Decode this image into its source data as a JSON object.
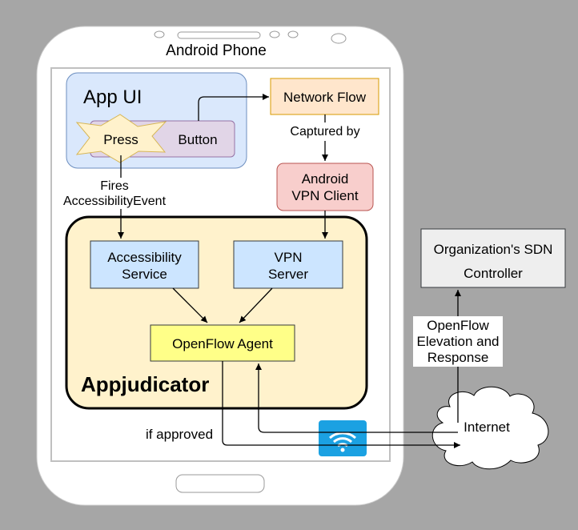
{
  "phone": {
    "title": "Android Phone"
  },
  "app_ui": {
    "title": "App UI",
    "press_label": "Press",
    "button_label": "Button"
  },
  "network_flow": {
    "label": "Network Flow"
  },
  "captured_by": {
    "label": "Captured by"
  },
  "vpn_client": {
    "line1": "Android",
    "line2": "VPN Client"
  },
  "fires_event": {
    "line1": "Fires",
    "line2": "AccessibilityEvent"
  },
  "accessibility_service": {
    "line1": "Accessibility",
    "line2": "Service"
  },
  "vpn_server": {
    "line1": "VPN",
    "line2": "Server"
  },
  "openflow_agent": {
    "label": "OpenFlow Agent"
  },
  "appjudicator": {
    "label": "Appjudicator"
  },
  "if_approved": {
    "label": "if approved"
  },
  "sdn_controller": {
    "line1": "Organization's SDN",
    "line2": "Controller"
  },
  "openflow_elevation": {
    "line1": "OpenFlow",
    "line2": "Elevation and",
    "line3": "Response"
  },
  "internet": {
    "label": "Internet"
  },
  "icons": {
    "wifi": "wifi-icon",
    "star": "press-starburst-icon"
  },
  "colors": {
    "background": "#a6a6a6",
    "app_ui_fill": "#dae8fc",
    "network_flow_fill": "#ffe6cc",
    "vpn_client_fill": "#f8cecc",
    "appjudicator_fill": "#fff2cc",
    "service_fill": "#cce5ff",
    "agent_fill": "#ffff88",
    "button_fill": "#e1d5e7",
    "star_fill": "#fff2cc",
    "wifi_fill": "#1ba1e2",
    "controller_fill": "#eeeeee"
  }
}
